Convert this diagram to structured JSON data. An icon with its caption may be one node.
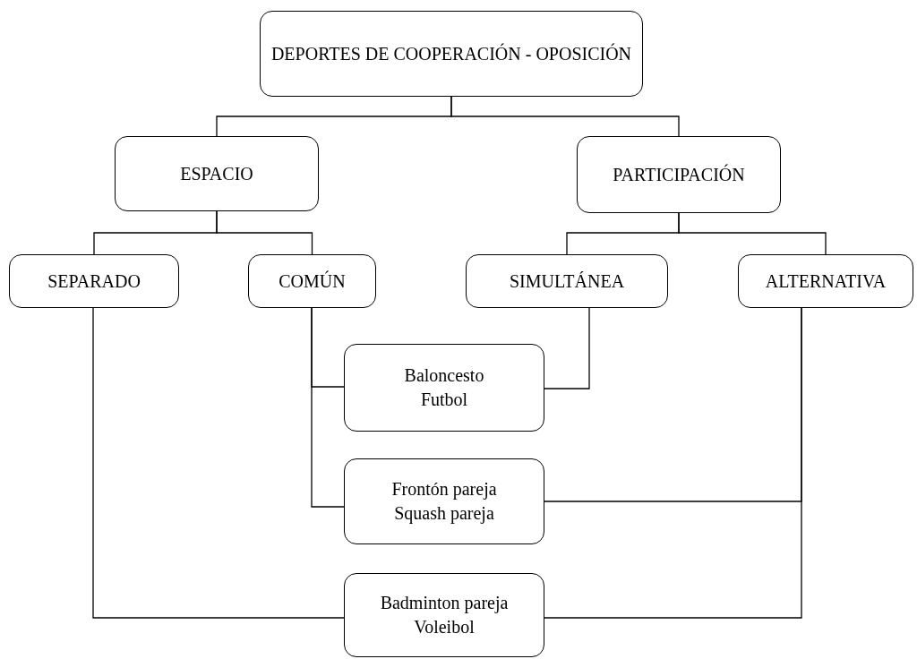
{
  "diagram": {
    "nodes": [
      {
        "text": [
          "DEPORTES DE COOPERACIÓN - OPOSICIÓN"
        ]
      },
      {
        "text": [
          "ESPACIO"
        ]
      },
      {
        "text": [
          "PARTICIPACIÓN"
        ]
      },
      {
        "text": [
          "SEPARADO"
        ]
      },
      {
        "text": [
          "COMÚN"
        ]
      },
      {
        "text": [
          "SIMULTÁNEA"
        ]
      },
      {
        "text": [
          "ALTERNATIVA"
        ]
      },
      {
        "text": [
          "Baloncesto",
          "Futbol"
        ]
      },
      {
        "text": [
          "Frontón pareja",
          "Squash pareja"
        ]
      },
      {
        "text": [
          "Badminton pareja",
          "Voleibol"
        ]
      }
    ],
    "edges": [
      {
        "from": 0,
        "to": 1,
        "arrow": "none"
      },
      {
        "from": 0,
        "to": 2,
        "arrow": "none"
      },
      {
        "from": 1,
        "to": 3,
        "arrow": "none"
      },
      {
        "from": 1,
        "to": 4,
        "arrow": "none"
      },
      {
        "from": 2,
        "to": 5,
        "arrow": "none"
      },
      {
        "from": 2,
        "to": 6,
        "arrow": "none"
      },
      {
        "from": 4,
        "to": 7,
        "arrow": "none"
      },
      {
        "from": 4,
        "to": 8,
        "arrow": "none"
      },
      {
        "from": 5,
        "to": 7,
        "arrow": "none"
      },
      {
        "from": 6,
        "to": 8,
        "arrow": "none"
      },
      {
        "from": 6,
        "to": 9,
        "arrow": "none"
      },
      {
        "from": 3,
        "to": 9,
        "arrow": "none"
      }
    ]
  }
}
